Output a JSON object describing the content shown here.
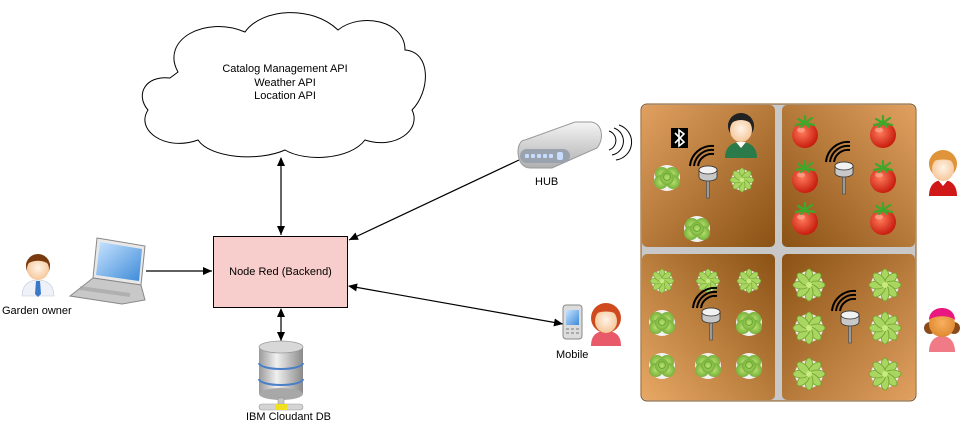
{
  "diagram": {
    "cloud": {
      "lines": [
        "Catalog Management API",
        "Weather API",
        "Location API"
      ]
    },
    "backend": {
      "label": "Node Red (Backend)",
      "fill": "#f8cecc"
    },
    "database": {
      "label": "IBM Cloudant DB"
    },
    "garden_owner": {
      "label": "Garden owner"
    },
    "hub": {
      "label": "HUB"
    },
    "mobile": {
      "label": "Mobile"
    },
    "garden": {
      "soil_color": "#b8752e",
      "divider_color": "#c8c8c8",
      "plots": [
        {
          "name": "plot-top-left",
          "crop": "lettuce, succulent",
          "sensor": true,
          "bluetooth": true
        },
        {
          "name": "plot-top-right",
          "crop": "tomato",
          "sensor": true
        },
        {
          "name": "plot-bottom-left",
          "crop": "succulent, lettuce",
          "sensor": true
        },
        {
          "name": "plot-bottom-right",
          "crop": "succulent",
          "sensor": true
        }
      ]
    },
    "connections": [
      {
        "from": "garden-owner-laptop",
        "to": "backend",
        "direction": "one-way"
      },
      {
        "from": "cloud",
        "to": "backend",
        "direction": "two-way"
      },
      {
        "from": "backend",
        "to": "database",
        "direction": "two-way"
      },
      {
        "from": "hub",
        "to": "backend",
        "direction": "one-way"
      },
      {
        "from": "backend",
        "to": "mobile",
        "direction": "two-way"
      }
    ]
  }
}
